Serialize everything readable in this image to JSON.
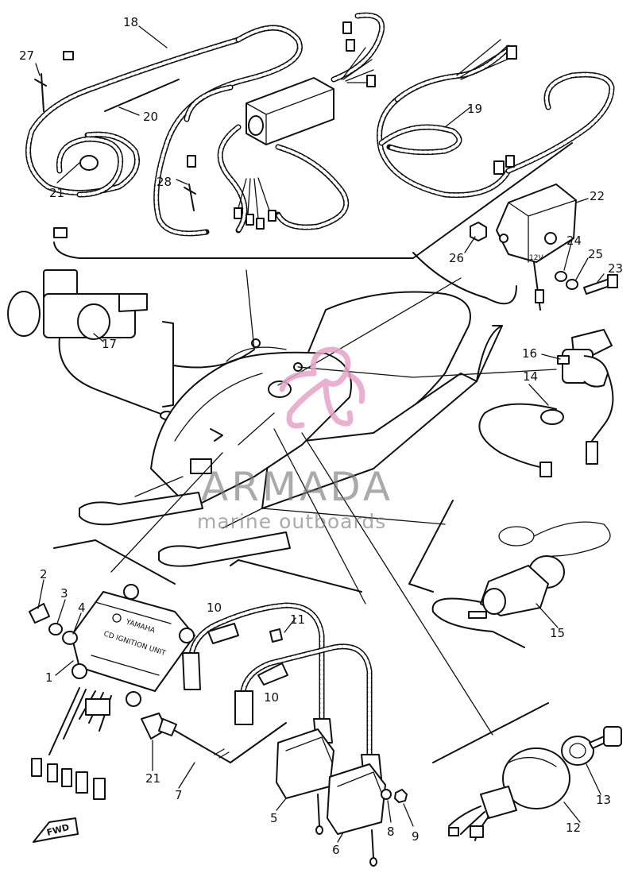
{
  "callouts": [
    {
      "id": "c1",
      "text": "1"
    },
    {
      "id": "c2",
      "text": "2"
    },
    {
      "id": "c3",
      "text": "3"
    },
    {
      "id": "c4",
      "text": "4"
    },
    {
      "id": "c5",
      "text": "5"
    },
    {
      "id": "c6",
      "text": "6"
    },
    {
      "id": "c7",
      "text": "7"
    },
    {
      "id": "c8",
      "text": "8"
    },
    {
      "id": "c9",
      "text": "9"
    },
    {
      "id": "c10a",
      "text": "10"
    },
    {
      "id": "c10b",
      "text": "10"
    },
    {
      "id": "c11",
      "text": "11"
    },
    {
      "id": "c12",
      "text": "12"
    },
    {
      "id": "c13",
      "text": "13"
    },
    {
      "id": "c14",
      "text": "14"
    },
    {
      "id": "c15",
      "text": "15"
    },
    {
      "id": "c16",
      "text": "16"
    },
    {
      "id": "c17",
      "text": "17"
    },
    {
      "id": "c18",
      "text": "18"
    },
    {
      "id": "c19",
      "text": "19"
    },
    {
      "id": "c20",
      "text": "20"
    },
    {
      "id": "c21a",
      "text": "21"
    },
    {
      "id": "c21b",
      "text": "21"
    },
    {
      "id": "c22",
      "text": "22"
    },
    {
      "id": "c23",
      "text": "23"
    },
    {
      "id": "c24",
      "text": "24"
    },
    {
      "id": "c25",
      "text": "25"
    },
    {
      "id": "c26",
      "text": "26"
    },
    {
      "id": "c27",
      "text": "27"
    },
    {
      "id": "c28",
      "text": "28"
    }
  ],
  "part_text": {
    "ignition_unit_brand": "YAMAHA",
    "ignition_unit_name": "CD IGNITION UNIT",
    "regulator_marking": "12V",
    "fwd_arrow": "FWD"
  },
  "watermark": {
    "title": "ARMADA",
    "subtitle": "marine outboards",
    "logo_color": "#e7a3c8",
    "text_color": "#7a7a7a"
  }
}
